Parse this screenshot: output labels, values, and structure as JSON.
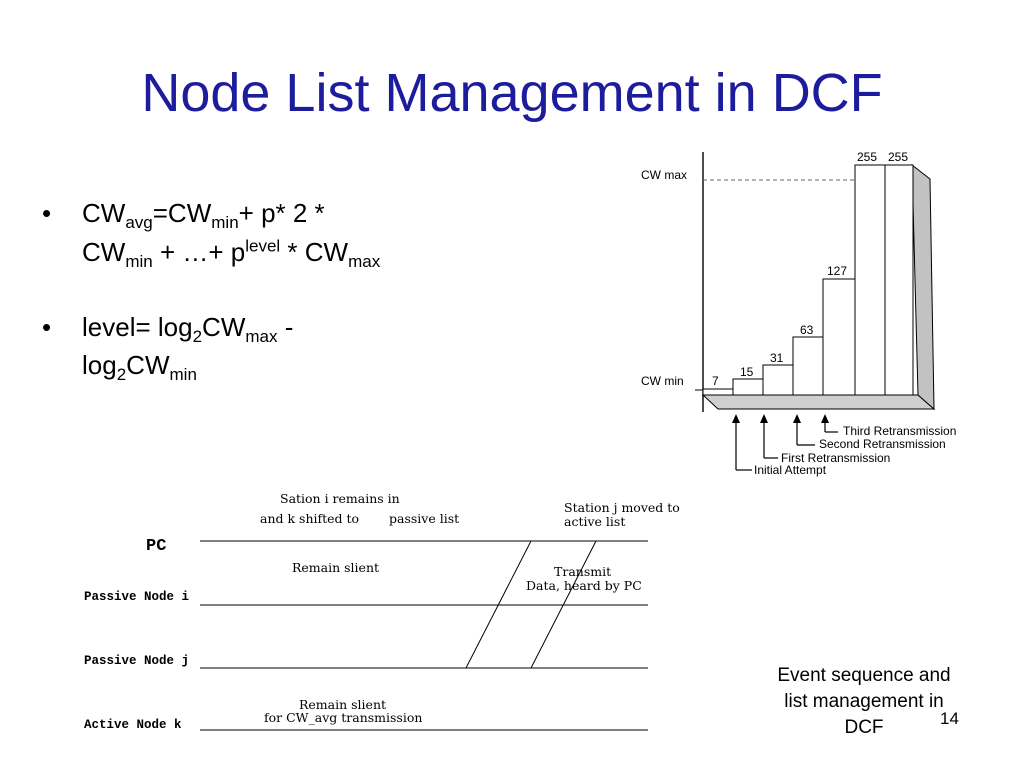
{
  "slide": {
    "title": "Node List Management in DCF",
    "page_number": "14"
  },
  "bullets": {
    "b1": {
      "cw": "CW",
      "avg": "avg",
      "eq": "=CW",
      "min1": "min",
      "plus": "+ p* 2 *",
      "cw2": "CW",
      "min2": "min",
      "mid": " + …+ p",
      "level": "level",
      "star": " * CW",
      "max": "max"
    },
    "b2": {
      "pre": "level= log",
      "two1": "2",
      "cw": "CW",
      "max": "max",
      "dash": " -",
      "log": "log",
      "two2": "2",
      "cw2": "CW",
      "min": "min"
    }
  },
  "cw_chart": {
    "cw_max_label": "CW max",
    "cw_min_label": "CW min",
    "values": [
      "7",
      "15",
      "31",
      "63",
      "127",
      "255",
      "255"
    ],
    "retransmissions": [
      "Third Retransmission",
      "Second Retransmission",
      "First Retransmission",
      "Initial Attempt"
    ]
  },
  "sequence": {
    "rows": [
      "PC",
      "Passive Node i",
      "Passive Node j",
      "Active Node k"
    ],
    "annotations": {
      "top_left_1": "Sation i remains in",
      "top_left_2": "and k shifted to",
      "top_left_3": "passive list",
      "top_right_1": "Station j moved to",
      "top_right_2": "active list",
      "remain_silent": "Remain slient",
      "transmit_1": "Transmit",
      "transmit_2": "Data, heard by PC",
      "bottom_1": "Remain slient",
      "bottom_2": "for CW_avg transmission"
    }
  },
  "caption": {
    "line1": "Event sequence and",
    "line2": "list management in",
    "line3": "DCF"
  }
}
